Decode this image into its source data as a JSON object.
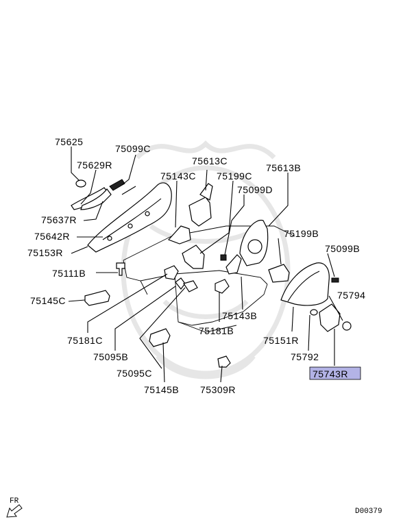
{
  "diagram_id": "D00379",
  "direction_label": "FR",
  "highlight_color": "#b3b3e6",
  "labels": [
    {
      "id": "l75625",
      "text": "75625"
    },
    {
      "id": "l75099c",
      "text": "75099C"
    },
    {
      "id": "l75629r",
      "text": "75629R"
    },
    {
      "id": "l75613c",
      "text": "75613C"
    },
    {
      "id": "l75143c",
      "text": "75143C"
    },
    {
      "id": "l75199c",
      "text": "75199C"
    },
    {
      "id": "l75613b",
      "text": "75613B"
    },
    {
      "id": "l75099d",
      "text": "75099D"
    },
    {
      "id": "l75637r",
      "text": "75637R"
    },
    {
      "id": "l75642r",
      "text": "75642R"
    },
    {
      "id": "l75153r",
      "text": "75153R"
    },
    {
      "id": "l75199b",
      "text": "75199B"
    },
    {
      "id": "l75099b",
      "text": "75099B"
    },
    {
      "id": "l75111b",
      "text": "75111B"
    },
    {
      "id": "l75794",
      "text": "75794"
    },
    {
      "id": "l75145c",
      "text": "75145C"
    },
    {
      "id": "l75143b",
      "text": "75143B"
    },
    {
      "id": "l75181b",
      "text": "75181B"
    },
    {
      "id": "l75181c",
      "text": "75181C"
    },
    {
      "id": "l75151r",
      "text": "75151R"
    },
    {
      "id": "l75792",
      "text": "75792"
    },
    {
      "id": "l75095b",
      "text": "75095B"
    },
    {
      "id": "l75743r",
      "text": "75743R",
      "highlighted": true
    },
    {
      "id": "l75095c",
      "text": "75095C"
    },
    {
      "id": "l75145b",
      "text": "75145B"
    },
    {
      "id": "l75309r",
      "text": "75309R"
    }
  ]
}
